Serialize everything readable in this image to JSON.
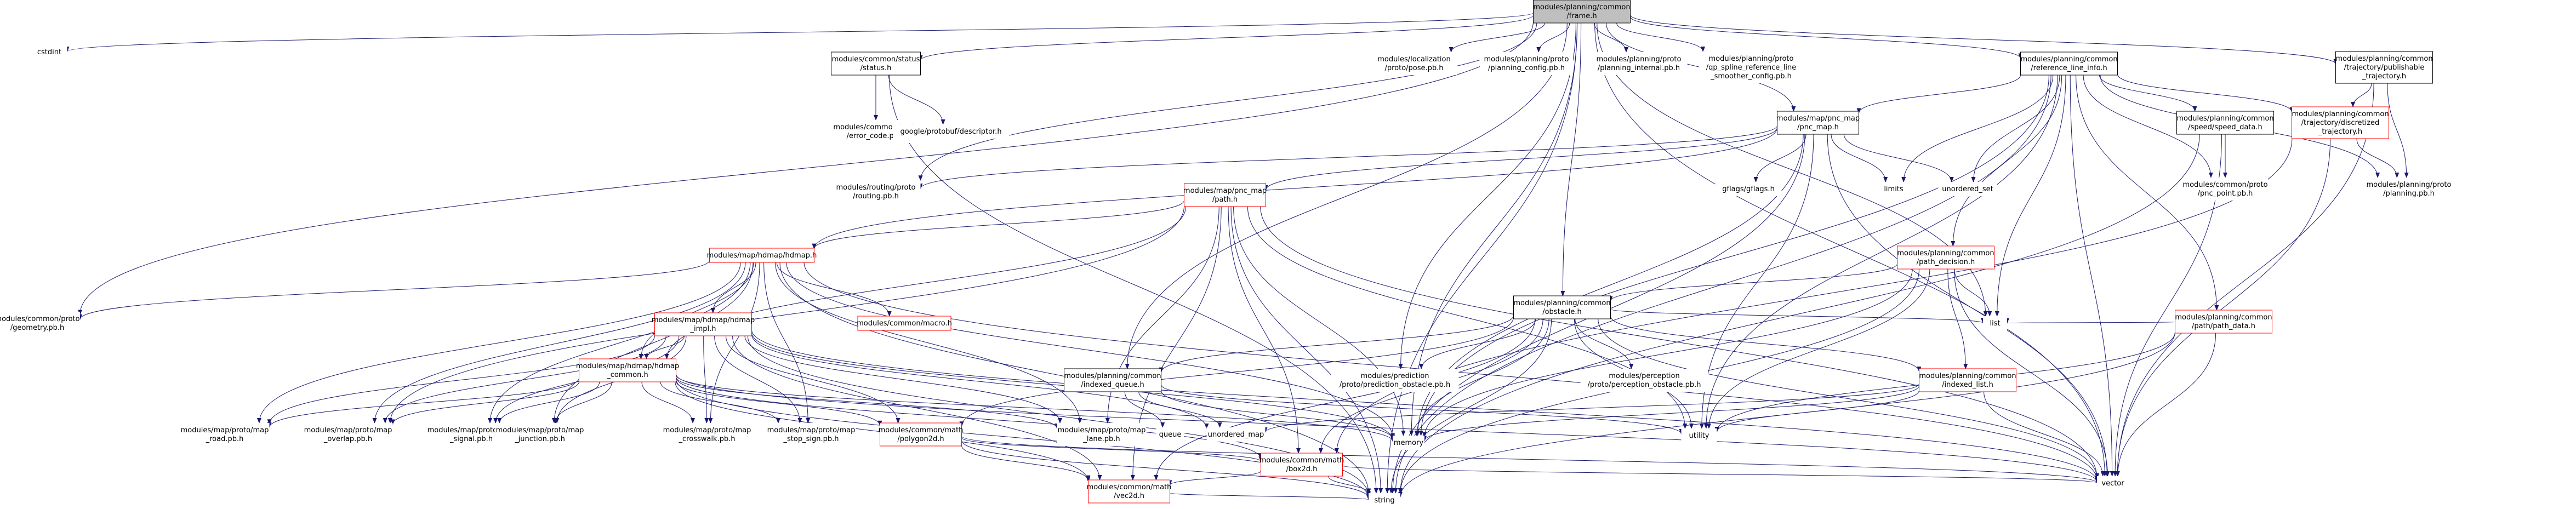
{
  "title": "",
  "nodes": [
    {
      "id": "root",
      "lines": [
        "modules/planning/common",
        "/frame.h"
      ],
      "style": "root"
    },
    {
      "id": "cstdint",
      "lines": [
        "cstdint"
      ],
      "style": "plain"
    },
    {
      "id": "status",
      "lines": [
        "modules/common/status",
        "/status.h"
      ],
      "style": "black"
    },
    {
      "id": "err",
      "lines": [
        "modules/common/proto",
        "/error_code.pb.h"
      ],
      "style": "plain"
    },
    {
      "id": "gdesc",
      "lines": [
        "google/protobuf/descriptor.h"
      ],
      "style": "plain"
    },
    {
      "id": "loc",
      "lines": [
        "modules/localization",
        "/proto/pose.pb.h"
      ],
      "style": "plain"
    },
    {
      "id": "pcfg",
      "lines": [
        "modules/planning/proto",
        "/planning_config.pb.h"
      ],
      "style": "plain"
    },
    {
      "id": "pint",
      "lines": [
        "modules/planning/proto",
        "/planning_internal.pb.h"
      ],
      "style": "plain"
    },
    {
      "id": "qp",
      "lines": [
        "modules/planning/proto",
        "/qp_spline_reference_line",
        "_smoother_config.pb.h"
      ],
      "style": "plain"
    },
    {
      "id": "rli",
      "lines": [
        "modules/planning/common",
        "/reference_line_info.h"
      ],
      "style": "black"
    },
    {
      "id": "pubtraj",
      "lines": [
        "modules/planning/common",
        "/trajectory/publishable",
        "_trajectory.h"
      ],
      "style": "black"
    },
    {
      "id": "routing",
      "lines": [
        "modules/routing/proto",
        "/routing.pb.h"
      ],
      "style": "plain"
    },
    {
      "id": "pncmap",
      "lines": [
        "modules/map/pnc_map",
        "/pnc_map.h"
      ],
      "style": "black"
    },
    {
      "id": "speed",
      "lines": [
        "modules/planning/common",
        "/speed/speed_data.h"
      ],
      "style": "black"
    },
    {
      "id": "disc",
      "lines": [
        "modules/planning/common",
        "/trajectory/discretized",
        "_trajectory.h"
      ],
      "style": "red"
    },
    {
      "id": "gflags",
      "lines": [
        "gflags/gflags.h"
      ],
      "style": "plain"
    },
    {
      "id": "limits",
      "lines": [
        "limits"
      ],
      "style": "plain"
    },
    {
      "id": "uset",
      "lines": [
        "unordered_set"
      ],
      "style": "plain"
    },
    {
      "id": "pncpoint",
      "lines": [
        "modules/common/proto",
        "/pnc_point.pb.h"
      ],
      "style": "plain"
    },
    {
      "id": "planpb",
      "lines": [
        "modules/planning/proto",
        "/planning.pb.h"
      ],
      "style": "plain"
    },
    {
      "id": "path",
      "lines": [
        "modules/map/pnc_map",
        "/path.h"
      ],
      "style": "red"
    },
    {
      "id": "pathdec",
      "lines": [
        "modules/planning/common",
        "/path_decision.h"
      ],
      "style": "red"
    },
    {
      "id": "hdmap",
      "lines": [
        "modules/map/hdmap/hdmap.h"
      ],
      "style": "red"
    },
    {
      "id": "geom",
      "lines": [
        "modules/common/proto",
        "/geometry.pb.h"
      ],
      "style": "plain"
    },
    {
      "id": "macro",
      "lines": [
        "modules/common/macro.h"
      ],
      "style": "red"
    },
    {
      "id": "impl",
      "lines": [
        "modules/map/hdmap/hdmap",
        "_impl.h"
      ],
      "style": "red"
    },
    {
      "id": "obst",
      "lines": [
        "modules/planning/common",
        "/obstacle.h"
      ],
      "style": "black"
    },
    {
      "id": "pathdata",
      "lines": [
        "modules/planning/common",
        "/path/path_data.h"
      ],
      "style": "red"
    },
    {
      "id": "list",
      "lines": [
        "list"
      ],
      "style": "plain"
    },
    {
      "id": "hcommon",
      "lines": [
        "modules/map/hdmap/hdmap",
        "_common.h"
      ],
      "style": "red"
    },
    {
      "id": "iq",
      "lines": [
        "modules/planning/common",
        "/indexed_queue.h"
      ],
      "style": "black"
    },
    {
      "id": "predpb",
      "lines": [
        "modules/prediction",
        "/proto/prediction_obstacle.pb.h"
      ],
      "style": "plain"
    },
    {
      "id": "percpb",
      "lines": [
        "modules/perception",
        "/proto/perception_obstacle.pb.h"
      ],
      "style": "plain"
    },
    {
      "id": "il",
      "lines": [
        "modules/planning/common",
        "/indexed_list.h"
      ],
      "style": "red"
    },
    {
      "id": "road",
      "lines": [
        "modules/map/proto/map",
        "_road.pb.h"
      ],
      "style": "plain"
    },
    {
      "id": "overlap",
      "lines": [
        "modules/map/proto/map",
        "_overlap.pb.h"
      ],
      "style": "plain"
    },
    {
      "id": "signal",
      "lines": [
        "modules/map/proto/map",
        "_signal.pb.h"
      ],
      "style": "plain"
    },
    {
      "id": "junction",
      "lines": [
        "modules/map/proto/map",
        "_junction.pb.h"
      ],
      "style": "plain"
    },
    {
      "id": "crosswalk",
      "lines": [
        "modules/map/proto/map",
        "_crosswalk.pb.h"
      ],
      "style": "plain"
    },
    {
      "id": "stopsign",
      "lines": [
        "modules/map/proto/map",
        "_stop_sign.pb.h"
      ],
      "style": "plain"
    },
    {
      "id": "poly",
      "lines": [
        "modules/common/math",
        "/polygon2d.h"
      ],
      "style": "red"
    },
    {
      "id": "lane",
      "lines": [
        "modules/map/proto/map",
        "_lane.pb.h"
      ],
      "style": "plain"
    },
    {
      "id": "queue",
      "lines": [
        "queue"
      ],
      "style": "plain"
    },
    {
      "id": "umap",
      "lines": [
        "unordered_map"
      ],
      "style": "plain"
    },
    {
      "id": "memory",
      "lines": [
        "memory"
      ],
      "style": "plain"
    },
    {
      "id": "utility",
      "lines": [
        "utility"
      ],
      "style": "plain"
    },
    {
      "id": "box",
      "lines": [
        "modules/common/math",
        "/box2d.h"
      ],
      "style": "red"
    },
    {
      "id": "vec",
      "lines": [
        "modules/common/math",
        "/vec2d.h"
      ],
      "style": "red"
    },
    {
      "id": "vector",
      "lines": [
        "vector"
      ],
      "style": "plain"
    },
    {
      "id": "string",
      "lines": [
        "string"
      ],
      "style": "plain"
    }
  ],
  "edges": [
    [
      "root",
      "cstdint"
    ],
    [
      "root",
      "status"
    ],
    [
      "root",
      "loc"
    ],
    [
      "root",
      "pcfg"
    ],
    [
      "root",
      "pint"
    ],
    [
      "root",
      "qp"
    ],
    [
      "root",
      "rli"
    ],
    [
      "root",
      "pubtraj"
    ],
    [
      "root",
      "routing"
    ],
    [
      "root",
      "pncmap"
    ],
    [
      "root",
      "obst"
    ],
    [
      "root",
      "iq"
    ],
    [
      "root",
      "predpb"
    ],
    [
      "root",
      "geom"
    ],
    [
      "root",
      "list"
    ],
    [
      "root",
      "memory"
    ],
    [
      "root",
      "vector"
    ],
    [
      "root",
      "string"
    ],
    [
      "status",
      "err"
    ],
    [
      "status",
      "gdesc"
    ],
    [
      "status",
      "string"
    ],
    [
      "rli",
      "pncmap"
    ],
    [
      "rli",
      "speed"
    ],
    [
      "rli",
      "disc"
    ],
    [
      "rli",
      "pathdec"
    ],
    [
      "rli",
      "pathdata"
    ],
    [
      "rli",
      "limits"
    ],
    [
      "rli",
      "uset"
    ],
    [
      "rli",
      "list"
    ],
    [
      "rli",
      "memory"
    ],
    [
      "rli",
      "utility"
    ],
    [
      "rli",
      "vector"
    ],
    [
      "rli",
      "string"
    ],
    [
      "rli",
      "pncpoint"
    ],
    [
      "rli",
      "planpb"
    ],
    [
      "pubtraj",
      "disc"
    ],
    [
      "pubtraj",
      "planpb"
    ],
    [
      "pubtraj",
      "vector"
    ],
    [
      "pncmap",
      "routing"
    ],
    [
      "pncmap",
      "path"
    ],
    [
      "pncmap",
      "hdmap"
    ],
    [
      "pncmap",
      "gflags"
    ],
    [
      "pncmap",
      "limits"
    ],
    [
      "pncmap",
      "uset"
    ],
    [
      "pncmap",
      "memory"
    ],
    [
      "pncmap",
      "vector"
    ],
    [
      "pncmap",
      "string"
    ],
    [
      "pncmap",
      "utility"
    ],
    [
      "speed",
      "pncpoint"
    ],
    [
      "speed",
      "vector"
    ],
    [
      "speed",
      "string"
    ],
    [
      "disc",
      "planpb"
    ],
    [
      "disc",
      "vector"
    ],
    [
      "disc",
      "box"
    ],
    [
      "path",
      "hdmap"
    ],
    [
      "path",
      "hcommon"
    ],
    [
      "path",
      "lane"
    ],
    [
      "path",
      "overlap"
    ],
    [
      "path",
      "box"
    ],
    [
      "path",
      "vec"
    ],
    [
      "path",
      "vector"
    ],
    [
      "path",
      "string"
    ],
    [
      "path",
      "utility"
    ],
    [
      "path",
      "memory"
    ],
    [
      "pathdec",
      "obst"
    ],
    [
      "pathdec",
      "il"
    ],
    [
      "pathdec",
      "list"
    ],
    [
      "pathdec",
      "memory"
    ],
    [
      "pathdec",
      "vector"
    ],
    [
      "pathdec",
      "string"
    ],
    [
      "pathdec",
      "utility"
    ],
    [
      "hdmap",
      "geom"
    ],
    [
      "hdmap",
      "macro"
    ],
    [
      "hdmap",
      "impl"
    ],
    [
      "hdmap",
      "hcommon"
    ],
    [
      "hdmap",
      "road"
    ],
    [
      "hdmap",
      "overlap"
    ],
    [
      "hdmap",
      "signal"
    ],
    [
      "hdmap",
      "junction"
    ],
    [
      "hdmap",
      "crosswalk"
    ],
    [
      "hdmap",
      "stopsign"
    ],
    [
      "hdmap",
      "lane"
    ],
    [
      "hdmap",
      "memory"
    ],
    [
      "hdmap",
      "vector"
    ],
    [
      "hdmap",
      "string"
    ],
    [
      "impl",
      "hcommon"
    ],
    [
      "impl",
      "overlap"
    ],
    [
      "impl",
      "signal"
    ],
    [
      "impl",
      "junction"
    ],
    [
      "impl",
      "crosswalk"
    ],
    [
      "impl",
      "stopsign"
    ],
    [
      "impl",
      "lane"
    ],
    [
      "impl",
      "poly"
    ],
    [
      "impl",
      "memory"
    ],
    [
      "impl",
      "umap"
    ],
    [
      "impl",
      "vector"
    ],
    [
      "impl",
      "string"
    ],
    [
      "impl",
      "vec"
    ],
    [
      "impl",
      "road"
    ],
    [
      "obst",
      "iq"
    ],
    [
      "obst",
      "predpb"
    ],
    [
      "obst",
      "percpb"
    ],
    [
      "obst",
      "il"
    ],
    [
      "obst",
      "poly"
    ],
    [
      "obst",
      "box"
    ],
    [
      "obst",
      "vec"
    ],
    [
      "obst",
      "list"
    ],
    [
      "obst",
      "memory"
    ],
    [
      "obst",
      "vector"
    ],
    [
      "obst",
      "string"
    ],
    [
      "obst",
      "utility"
    ],
    [
      "pathdata",
      "list"
    ],
    [
      "pathdata",
      "utility"
    ],
    [
      "pathdata",
      "vector"
    ],
    [
      "pathdata",
      "string"
    ],
    [
      "hcommon",
      "road"
    ],
    [
      "hcommon",
      "overlap"
    ],
    [
      "hcommon",
      "signal"
    ],
    [
      "hcommon",
      "junction"
    ],
    [
      "hcommon",
      "crosswalk"
    ],
    [
      "hcommon",
      "stopsign"
    ],
    [
      "hcommon",
      "lane"
    ],
    [
      "hcommon",
      "poly"
    ],
    [
      "hcommon",
      "box"
    ],
    [
      "hcommon",
      "vec"
    ],
    [
      "hcommon",
      "memory"
    ],
    [
      "hcommon",
      "vector"
    ],
    [
      "hcommon",
      "string"
    ],
    [
      "iq",
      "queue"
    ],
    [
      "iq",
      "umap"
    ],
    [
      "iq",
      "memory"
    ],
    [
      "iq",
      "utility"
    ],
    [
      "il",
      "umap"
    ],
    [
      "il",
      "memory"
    ],
    [
      "il",
      "utility"
    ],
    [
      "il",
      "vector"
    ],
    [
      "poly",
      "box"
    ],
    [
      "poly",
      "vec"
    ],
    [
      "poly",
      "vector"
    ],
    [
      "poly",
      "string"
    ],
    [
      "box",
      "vec"
    ],
    [
      "box",
      "vector"
    ],
    [
      "box",
      "string"
    ],
    [
      "vec",
      "string"
    ]
  ]
}
